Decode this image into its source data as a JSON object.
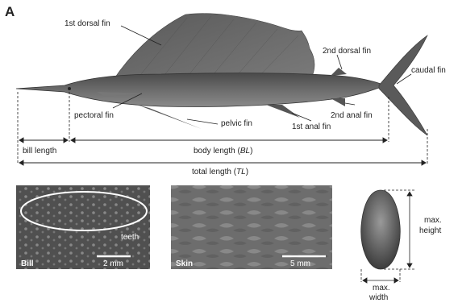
{
  "panel_letter": "A",
  "fins": {
    "dorsal1": "1st dorsal fin",
    "dorsal2": "2nd dorsal fin",
    "caudal": "caudal fin",
    "pectoral": "pectoral fin",
    "pelvic": "pelvic fin",
    "anal1": "1st anal fin",
    "anal2": "2nd anal fin"
  },
  "measurements": {
    "bill_length": "bill length",
    "body_length_prefix": "body length (",
    "body_length_abbr": "BL",
    "body_length_suffix": ")",
    "total_length_prefix": "total length (",
    "total_length_abbr": "TL",
    "total_length_suffix": ")"
  },
  "panels": {
    "bill": {
      "label": "Bill",
      "annotation": "teeth",
      "scale": "2 mm"
    },
    "skin": {
      "label": "Skin",
      "scale": "5 mm"
    },
    "cross_section": {
      "height_line1": "max.",
      "height_line2": "height",
      "width_line1": "max.",
      "width_line2": "width"
    }
  },
  "colors": {
    "fish_body": "#5e5e5e",
    "fin": "#6a6a6a",
    "line": "#333333",
    "photo_dark": "#3a3a3a",
    "photo_light": "#8a8a8a"
  }
}
